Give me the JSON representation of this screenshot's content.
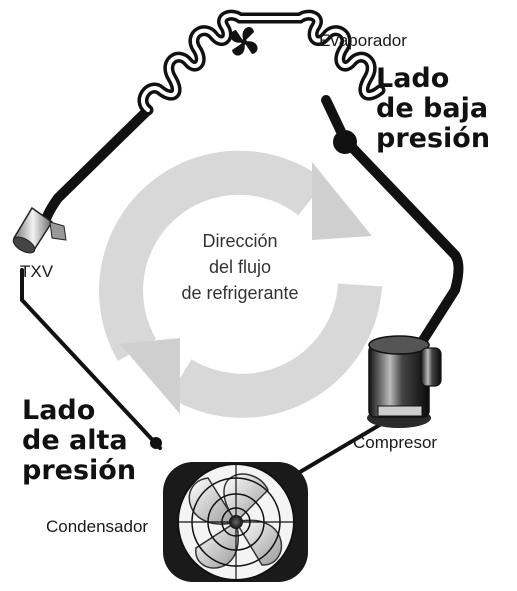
{
  "labels": {
    "evaporator": "Evaporador",
    "low_side": [
      "Lado",
      "de baja",
      "presión"
    ],
    "high_side": [
      "Lado",
      "de alta",
      "presión"
    ],
    "txv": "TXV",
    "compressor": "Compresor",
    "condenser": "Condensador",
    "flow": [
      "Dirección",
      "del flujo",
      "de refrigerante"
    ]
  },
  "colors": {
    "line": "#111111",
    "flow_arrow": "#d9d9d9",
    "background": "#ffffff"
  },
  "icons": [
    "fan-icon",
    "txv-valve-icon",
    "compressor-icon",
    "condenser-fan-icon"
  ]
}
